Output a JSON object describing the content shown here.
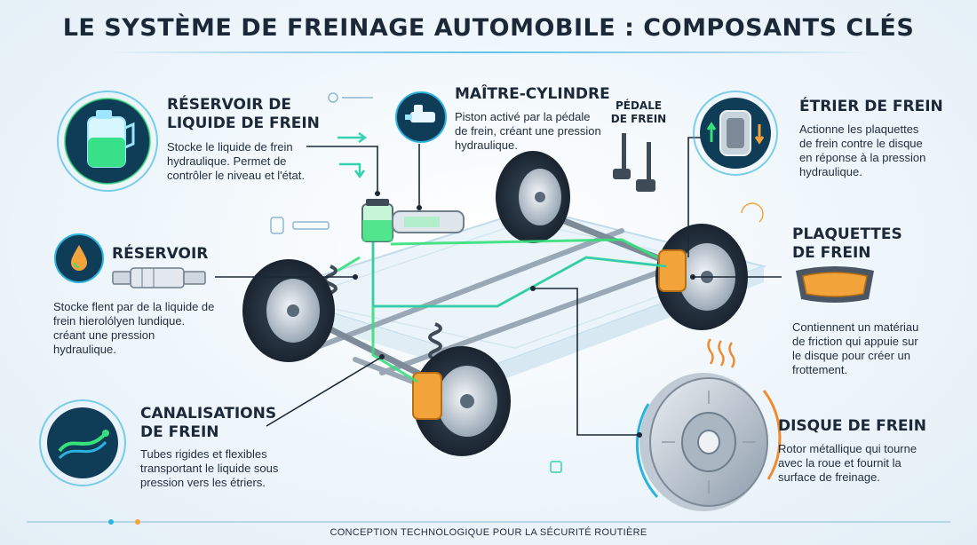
{
  "title": "LE SYSTÈME DE FREINAGE AUTOMOBILE : COMPOSANTS CLÉS",
  "components": {
    "reservoir_liquide": {
      "heading": "RÉSERVOIR DE\nLIQUIDE DE FREIN",
      "desc": "Stocke le liquide de frein\nhydraulique. Permet de\ncontrôler le niveau et l'état.",
      "icon": "fluid-jug-icon"
    },
    "maitre_cylindre": {
      "heading": "MAÎTRE-CYLINDRE",
      "desc": "Piston activé par la pédale\nde frein, créant une pression\nhydraulique.",
      "icon": "master-cylinder-icon"
    },
    "pedale": {
      "label": "PÉDALE\nDE FREIN"
    },
    "etrier": {
      "heading": "ÉTRIER DE FREIN",
      "desc": "Actionne les plaquettes\nde frein contre le disque\nen réponse à la pression\nhydraulique.",
      "icon": "caliper-icon"
    },
    "reservoir": {
      "heading": "RÉSERVOIR",
      "desc": "Stocke flent par de la liquide de\nfrein hierolólyen lundique.\ncréant une pression\nhydraulique.",
      "icon": "fluid-drop-icon"
    },
    "plaquettes": {
      "heading": "PLAQUETTES\nDE FREIN",
      "desc": "Contiennent un matériau\nde friction qui appuie sur\nle disque pour créer un\nfrottement.",
      "icon": "brake-pad-icon"
    },
    "canalisations": {
      "heading": "CANALISATIONS\nDE FREIN",
      "desc": "Tubes rigides et flexibles\ntransportant le liquide sous\npression vers les étriers.",
      "icon": "brake-lines-icon"
    },
    "disque": {
      "heading": "DISQUE DE FREIN",
      "desc": "Rotor métallique qui tourne\navec la roue et fournit la\nsurface de freinage.",
      "icon": "brake-disc-icon"
    }
  },
  "footer": "CONCEPTION TECHNOLOGIQUE POUR LA SÉCURITÉ ROUTIÈRE",
  "colors": {
    "accent": "#2bb3e0",
    "fluid": "#36e07a",
    "caliper": "#f2a33a",
    "dark": "#1b2838",
    "icon_ring": "#0f3c57"
  }
}
